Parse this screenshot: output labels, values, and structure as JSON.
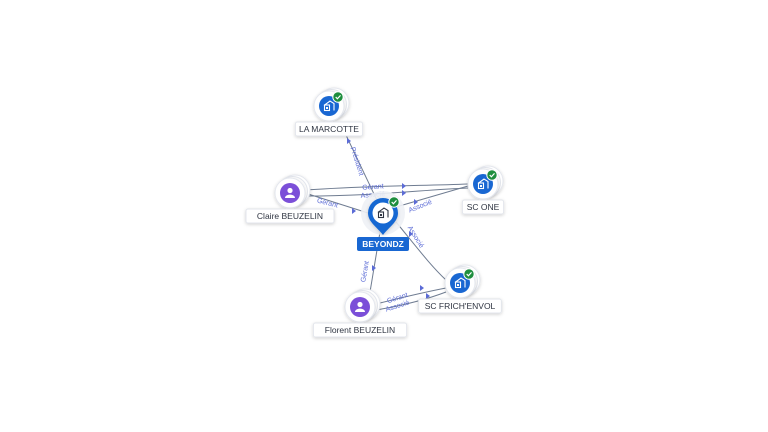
{
  "colors": {
    "company": "#1967d2",
    "person": "#7b4fd8",
    "check": "#1e8e3e",
    "edge": "#6f7c91",
    "edge_label": "#5b6bd6"
  },
  "center": {
    "label": "BEYONDZ",
    "icon": "building-icon",
    "badge": "check-icon"
  },
  "nodes": [
    {
      "id": "la-marcotte",
      "label": "LA MARCOTTE",
      "kind": "company",
      "icon": "building-icon",
      "badge": "check-icon"
    },
    {
      "id": "sc-one",
      "label": "SC ONE",
      "kind": "company",
      "icon": "building-icon",
      "badge": "check-icon"
    },
    {
      "id": "claire-beuzelin",
      "label": "Claire BEUZELIN",
      "kind": "person",
      "icon": "person-icon"
    },
    {
      "id": "sc-frich-envol",
      "label": "SC FRICH'ENVOL",
      "kind": "company",
      "icon": "building-icon",
      "badge": "check-icon"
    },
    {
      "id": "florent-beuzelin",
      "label": "Florent BEUZELIN",
      "kind": "person",
      "icon": "person-icon"
    }
  ],
  "edges": [
    {
      "from": "center",
      "to": "la-marcotte",
      "label": "Président"
    },
    {
      "from": "claire-beuzelin",
      "to": "center",
      "label": "Gérant"
    },
    {
      "from": "claire-beuzelin",
      "to": "sc-one",
      "label": "Gérant"
    },
    {
      "from": "claire-beuzelin",
      "to": "sc-one",
      "label": "Associé"
    },
    {
      "from": "center",
      "to": "sc-one",
      "label": "Associé"
    },
    {
      "from": "center",
      "to": "sc-frich-envol",
      "label": "Associé"
    },
    {
      "from": "florent-beuzelin",
      "to": "center",
      "label": "Gérant"
    },
    {
      "from": "florent-beuzelin",
      "to": "sc-frich-envol",
      "label": "Gérant"
    },
    {
      "from": "florent-beuzelin",
      "to": "sc-frich-envol",
      "label": "Associé"
    }
  ]
}
